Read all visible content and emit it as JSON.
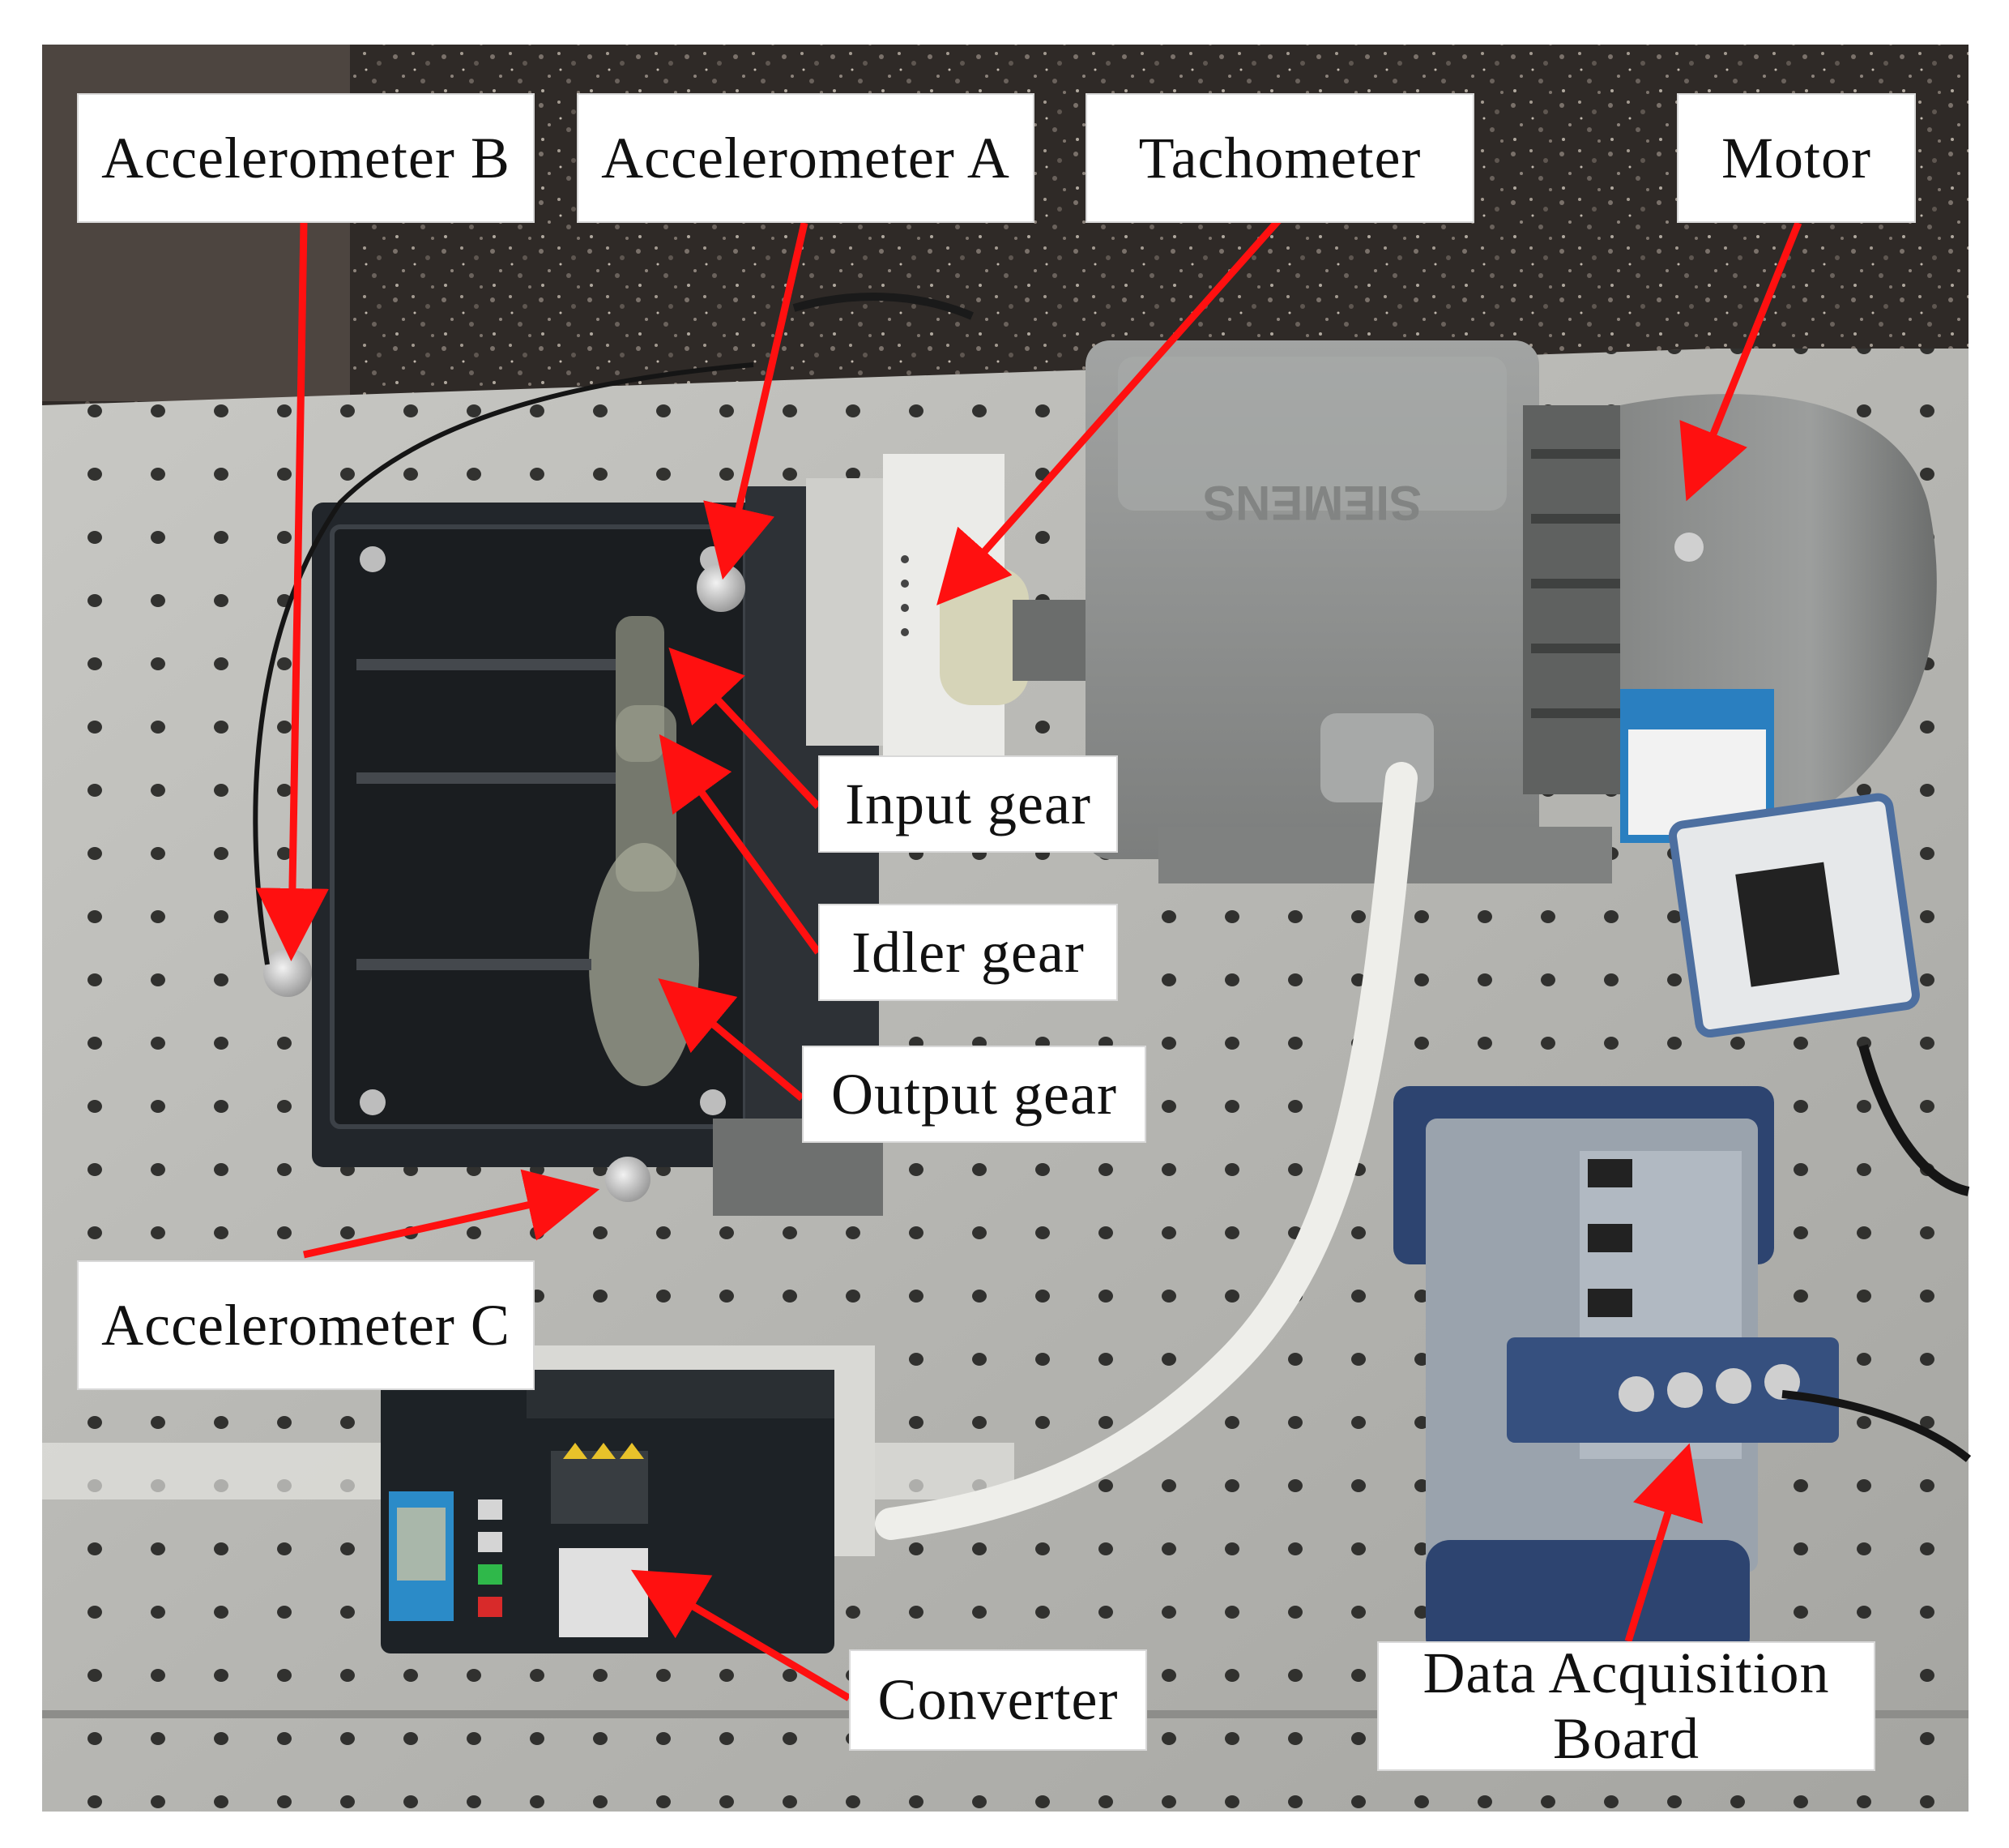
{
  "figure": {
    "colors": {
      "arrow": "#ff1010",
      "wall": "#332d29",
      "plate": "#b9b9b5",
      "plate_edge": "#8d8d8a",
      "hole": "#2a2a28",
      "gearbox": "#22262b",
      "cover": "#1a1d20",
      "motor": "#8f9190",
      "motor_dark": "#6f7170",
      "label_bg": "#ffffff"
    },
    "motor_brand": "SIEMENS",
    "labels": {
      "accelerometer_b": "Accelerometer B",
      "accelerometer_a": "Accelerometer A",
      "tachometer": "Tachometer",
      "motor": "Motor",
      "input_gear": "Input gear",
      "idler_gear": "Idler gear",
      "output_gear": "Output gear",
      "accelerometer_c": "Accelerometer C",
      "converter": "Converter",
      "data_acquisition_line1": "Data Acquisition",
      "data_acquisition_line2": "Board"
    }
  }
}
